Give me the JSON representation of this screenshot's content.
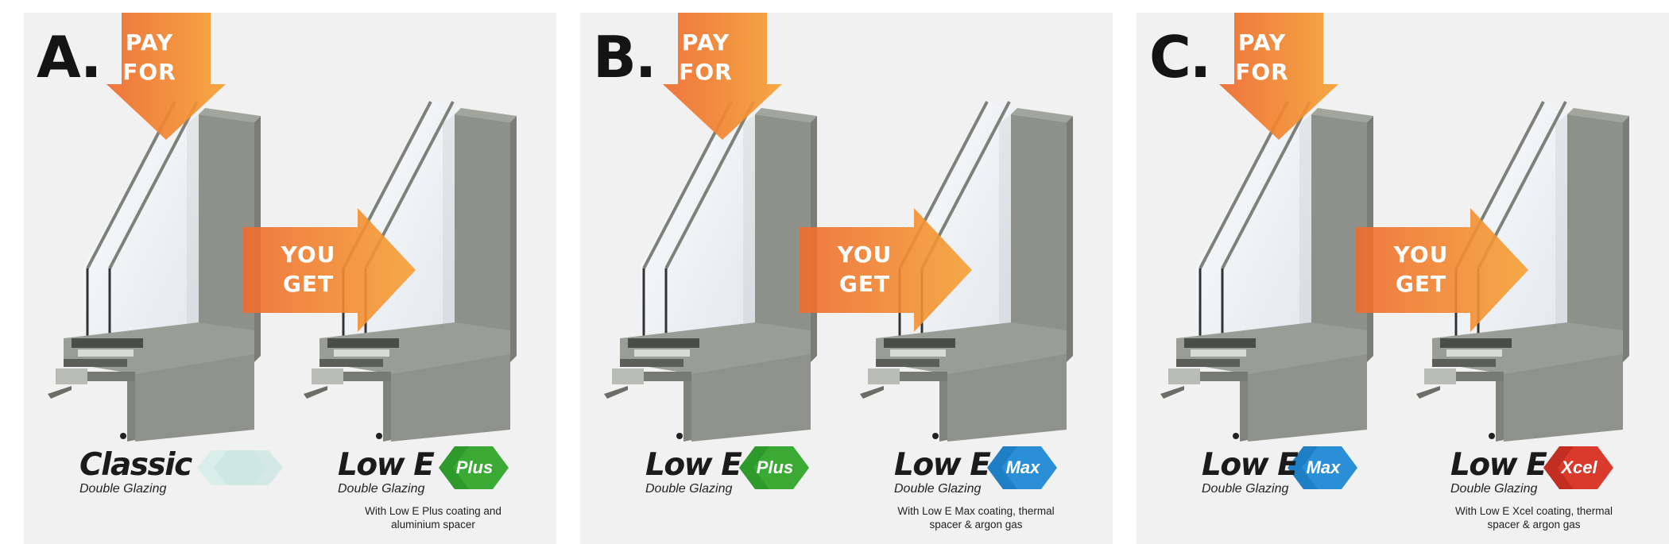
{
  "panels": [
    {
      "letter": "A.",
      "pay_for": {
        "line1": "PAY",
        "line2": "FOR"
      },
      "you_get": {
        "line1": "YOU",
        "line2": "GET"
      },
      "pay_product": {
        "name": "Classic",
        "sub": "Double Glazing",
        "badge": "",
        "badge_color": "#d7ede8",
        "desc": ""
      },
      "get_product": {
        "name": "Low E",
        "sub": "Double Glazing",
        "badge": "Plus",
        "badge_color": "#3aaa35",
        "desc_line1": "With Low E Plus coating and",
        "desc_line2": "aluminium spacer"
      }
    },
    {
      "letter": "B.",
      "pay_for": {
        "line1": "PAY",
        "line2": "FOR"
      },
      "you_get": {
        "line1": "YOU",
        "line2": "GET"
      },
      "pay_product": {
        "name": "Low E",
        "sub": "Double Glazing",
        "badge": "Plus",
        "badge_color": "#3aaa35",
        "desc": ""
      },
      "get_product": {
        "name": "Low E",
        "sub": "Double Glazing",
        "badge": "Max",
        "badge_color": "#2a8fd6",
        "desc_line1": "With Low E Max coating, thermal",
        "desc_line2": "spacer & argon gas"
      }
    },
    {
      "letter": "C.",
      "pay_for": {
        "line1": "PAY",
        "line2": "FOR"
      },
      "you_get": {
        "line1": "YOU",
        "line2": "GET"
      },
      "pay_product": {
        "name": "Low E",
        "sub": "Double Glazing",
        "badge": "Max",
        "badge_color": "#2a8fd6",
        "desc": ""
      },
      "get_product": {
        "name": "Low E",
        "sub": "Double Glazing",
        "badge": "Xcel",
        "badge_color": "#d93a2b",
        "desc_line1": "With Low E Xcel coating, thermal",
        "desc_line2": "spacer & argon gas"
      }
    }
  ],
  "colors": {
    "panel_bg": "#f1f1f1",
    "frame": "#8e9189",
    "arrow_start": "#ee6b2e",
    "arrow_end": "#f6a133"
  }
}
